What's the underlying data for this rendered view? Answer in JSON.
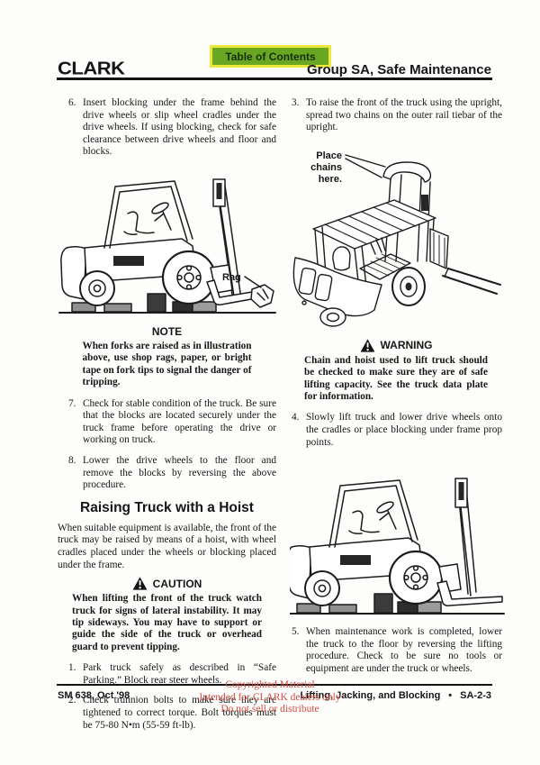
{
  "header": {
    "toc_button": "Table of Contents",
    "brand": "CLARK",
    "group_title": "Group SA, Safe Maintenance"
  },
  "colors": {
    "toc_fill": "#69a622",
    "toc_border": "#ece73c",
    "watermark_red": "#d44c44"
  },
  "left_column": {
    "items_top": [
      {
        "num": "6.",
        "text": "Insert blocking under the frame behind the drive wheels or slip wheel cradles under the drive wheels. If using blocking, check for safe clearance between drive wheels and floor and blocks."
      }
    ],
    "fig1_label": "Rag",
    "note": {
      "heading": "NOTE",
      "text": "When forks are raised as in illustration above, use shop rags, paper, or bright tape on fork tips to signal the danger of tripping."
    },
    "items_mid": [
      {
        "num": "7.",
        "text": "Check for stable condition of the truck. Be sure that the blocks are located securely under the truck frame before operating the drive or working on truck."
      },
      {
        "num": "8.",
        "text": "Lower the drive wheels to the floor and remove the blocks by reversing the above procedure."
      }
    ],
    "section_heading": "Raising Truck with a Hoist",
    "intro": "When suitable equipment is available, the front of the truck may be raised by means of a hoist, with wheel cradles placed under the wheels or blocking placed under the frame.",
    "caution": {
      "heading": "CAUTION",
      "text": "When lifting the front of the truck watch truck for signs of lateral instability. It may tip sideways. You may have to support or guide the side of the truck or overhead guard to prevent tipping."
    },
    "items_bottom": [
      {
        "num": "1.",
        "text": "Park truck safely as described in “Safe Parking.” Block rear steer wheels."
      },
      {
        "num": "2.",
        "text": "Check trunnion bolts to make sure they are tightened to correct torque. Bolt torques must be 75-80 N•m (55-59 ft-lb)."
      }
    ]
  },
  "right_column": {
    "items_top": [
      {
        "num": "3.",
        "text": "To raise the front of the truck using the upright, spread two chains on the outer rail tiebar of the upright."
      }
    ],
    "fig2_label_lines": [
      "Place",
      "chains",
      "here."
    ],
    "warning": {
      "heading": "WARNING",
      "text": "Chain and hoist used to lift truck should be checked to make sure they are of safe lifting capacity. See the truck data plate for information."
    },
    "items_mid": [
      {
        "num": "4.",
        "text": "Slowly lift truck and lower drive wheels onto the cradles or place blocking under frame prop points."
      }
    ],
    "items_bottom": [
      {
        "num": "5.",
        "text": "When maintenance work is completed, lower the truck to the floor by reversing the lifting procedure. Check to be sure no tools or equipment are under the truck or wheels."
      }
    ]
  },
  "footer": {
    "doc_ref": "SM 638, Oct '98",
    "section_title": "Lifting, Jacking, and Blocking",
    "bullet": "•",
    "page_number": "SA-2-3",
    "watermark_lines": [
      "Copyrighted Material",
      "Intended for CLARK dealers only",
      "Do not sell or distribute"
    ]
  }
}
